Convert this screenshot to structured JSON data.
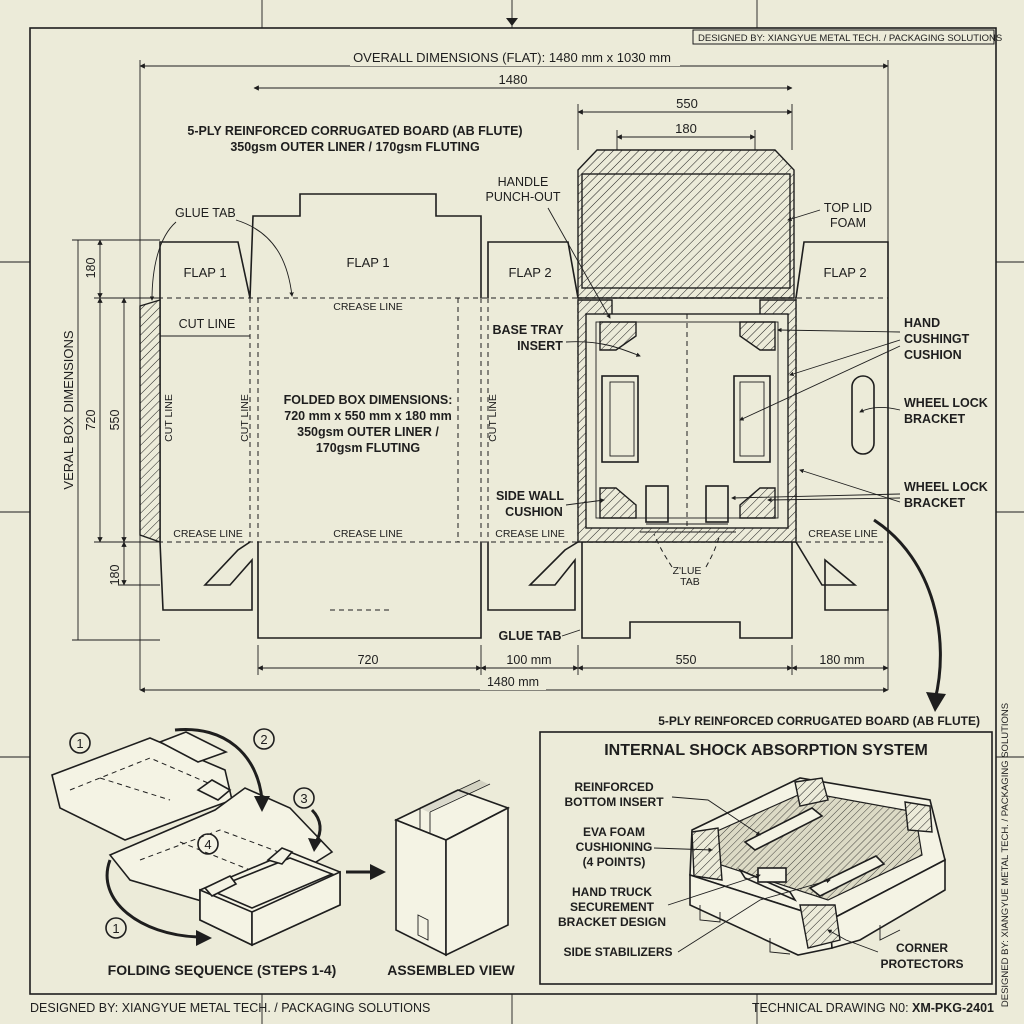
{
  "header": {
    "designer_box": "DESIGNED BY: XIANGYUE METAL TECH. / PACKAGING SOLUTIONS",
    "overall": "OVERALL DIMENSIONS (FLAT): 1480 mm x 1030 mm"
  },
  "material": {
    "line1": "5-PLY REINFORCED CORRUGATED BOARD (AB FLUTE)",
    "line2": "350gsm OUTER LINER / 170gsm FLUTING"
  },
  "dims": {
    "top_1480": "1480",
    "top_550": "550",
    "top_180": "180",
    "left_180_top": "180",
    "left_720": "720",
    "left_550": "550",
    "left_180_bottom": "180",
    "left_vertical": "VERAL BOX DIMENSIONS",
    "bottom_720": "720",
    "bottom_100": "100 mm",
    "bottom_550": "550",
    "bottom_180": "180 mm",
    "bottom_1480": "1480 mm"
  },
  "dieline": {
    "glue_tab_top": "GLUE TAB",
    "flap1_left": "FLAP 1",
    "flap1_center": "FLAP 1",
    "flap2_mid": "FLAP 2",
    "flap2_right": "FLAP 2",
    "crease": "CREASE LINE",
    "cut_line": "CUT LINE",
    "cut_line_vertical": "CUT LINE",
    "folded_title": "FOLDED BOX DIMENSIONS:",
    "folded_dims": "720 mm x 550 mm x 180 mm",
    "folded_l3": "350gsm OUTER LINER /",
    "folded_l4": "170gsm FLUTING",
    "handle_l1": "HANDLE",
    "handle_l2": "PUNCH-OUT",
    "top_lid_l1": "TOP LID",
    "top_lid_l2": "FOAM",
    "base_tray_l1": "BASE TRAY",
    "base_tray_l2": "INSERT",
    "side_wall_l1": "SIDE WALL",
    "side_wall_l2": "CUSHION",
    "hand_l1": "HAND",
    "hand_l2": "CUSHINGT",
    "hand_l3": "CUSHION",
    "wheel_l1": "WHEEL LOCK",
    "wheel_l2": "BRACKET",
    "glue_tab_small_l1": "Z'LUE",
    "glue_tab_small_l2": "TAB",
    "glue_tab_bottom": "GLUE TAB"
  },
  "folding": {
    "caption": "FOLDING SEQUENCE (STEPS 1-4)",
    "step1": "1",
    "step2": "2",
    "step3": "3",
    "step4": "4",
    "step1b": "1"
  },
  "assembled": {
    "caption": "ASSEMBLED VIEW"
  },
  "shock": {
    "material_note": "5-PLY REINFORCED CORRUGATED BOARD (AB FLUTE)",
    "title": "INTERNAL SHOCK ABSORPTION SYSTEM",
    "reinf_l1": "REINFORCED",
    "reinf_l2": "BOTTOM INSERT",
    "eva_l1": "EVA FOAM",
    "eva_l2": "CUSHIONING",
    "eva_l3": "(4 POINTS)",
    "hand_l1": "HAND TRUCK",
    "hand_l2": "SECUREMENT",
    "hand_l3": "BRACKET DESIGN",
    "side": "SIDE STABILIZERS",
    "corner_l1": "CORNER",
    "corner_l2": "PROTECTORS"
  },
  "footer": {
    "left": "DESIGNED BY: XIANGYUE METAL TECH. / PACKAGING SOLUTIONS",
    "right_label": "TECHNICAL DRAWING N0: ",
    "right_number": "XM-PKG-2401",
    "vertical": "DESIGNED BY: XIANGYUE METAL TECH. / PACKAGING SOLUTIONS"
  },
  "colors": {
    "paper": "#ecebd9",
    "ink": "#1e1e1e"
  }
}
